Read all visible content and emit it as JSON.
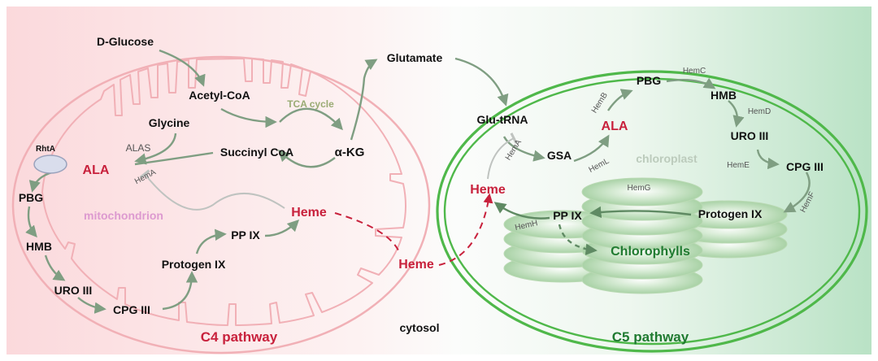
{
  "colors": {
    "arrow": "#7f9e82",
    "dark_arrow": "#5f8a63",
    "red": "#c8213c",
    "mito": "#f1b0b6",
    "chloro": "#4fb84a",
    "tca": "#9aab74",
    "pink_label": "#dd9ad0",
    "green_label": "#1f7a30",
    "inhib": "#bfc3c0",
    "faint": "#bccbbc"
  },
  "cytosol": {
    "d_glucose": "D-Glucose",
    "glutamate": "Glutamate",
    "heme": "Heme",
    "label": "cytosol"
  },
  "mitochondrion": {
    "acetyl_coa": "Acetyl-CoA",
    "tca_cycle": "TCA cycle",
    "glycine": "Glycine",
    "alas": "ALAS",
    "succinyl_coa": "Succinyl CoA",
    "akg": "α-KG",
    "ala": "ALA",
    "hema": "HemA",
    "rhta": "RhtA",
    "pbg": "PBG",
    "hmb": "HMB",
    "uro": "URO III",
    "cpg": "CPG III",
    "protogen": "Protogen IX",
    "ppix": "PP IX",
    "heme": "Heme",
    "label": "mitochondrion"
  },
  "chloroplast": {
    "glu_trna": "Glu-tRNA",
    "hema": "HemA",
    "gsa": "GSA",
    "heml": "HemL",
    "hemb": "HemB",
    "ala": "ALA",
    "pbg": "PBG",
    "hemc": "HemC",
    "hmb": "HMB",
    "hemd": "HemD",
    "uro": "URO III",
    "heme_enzyme": "HemE",
    "cpg": "CPG III",
    "hemf": "HemF",
    "protogen": "Protogen IX",
    "hemg": "HemG",
    "ppix": "PP IX",
    "hemh": "HemH",
    "heme": "Heme",
    "chlorophylls": "Chlorophylls",
    "label": "chloroplast"
  },
  "pathways": {
    "c4": "C4 pathway",
    "c5": "C5 pathway"
  }
}
